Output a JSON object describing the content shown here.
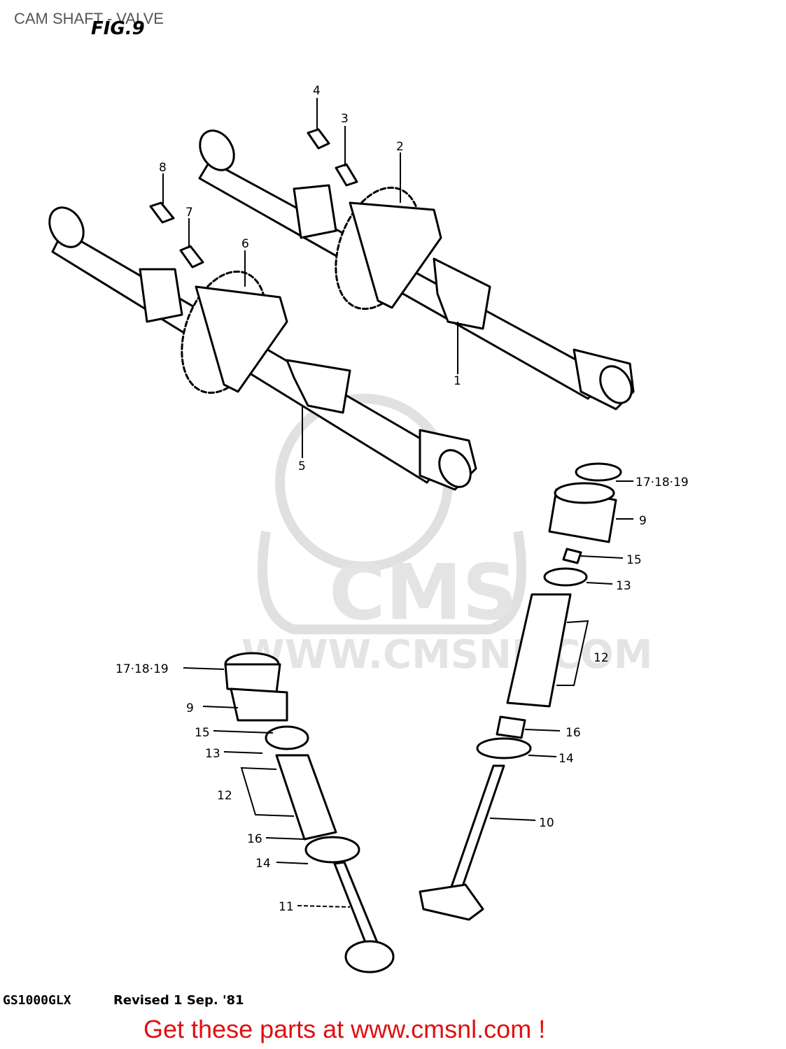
{
  "header": {
    "title": "CAM SHAFT - VALVE",
    "figure": "FIG.9"
  },
  "watermark": {
    "brand": "CMS",
    "url": "WWW.CMSNL.COM"
  },
  "callouts": {
    "c1": "1",
    "c2": "2",
    "c3": "3",
    "c4": "4",
    "c5": "5",
    "c6": "6",
    "c7": "7",
    "c8": "8",
    "c9_right": "9",
    "c9_left": "9",
    "c10": "10",
    "c11": "11",
    "c12_right": "12",
    "c12_left": "12",
    "c13_right": "13",
    "c13_left": "13",
    "c14_right": "14",
    "c14_left": "14",
    "c15_right": "15",
    "c15_left": "15",
    "c16_right": "16",
    "c16_left": "16",
    "c171819_right": "17·18·19",
    "c171819_left": "17·18·19"
  },
  "footer": {
    "model": "GS1000GLX",
    "revised": "Revised 1 Sep. '81",
    "cta": "Get these parts at www.cmsnl.com !"
  }
}
